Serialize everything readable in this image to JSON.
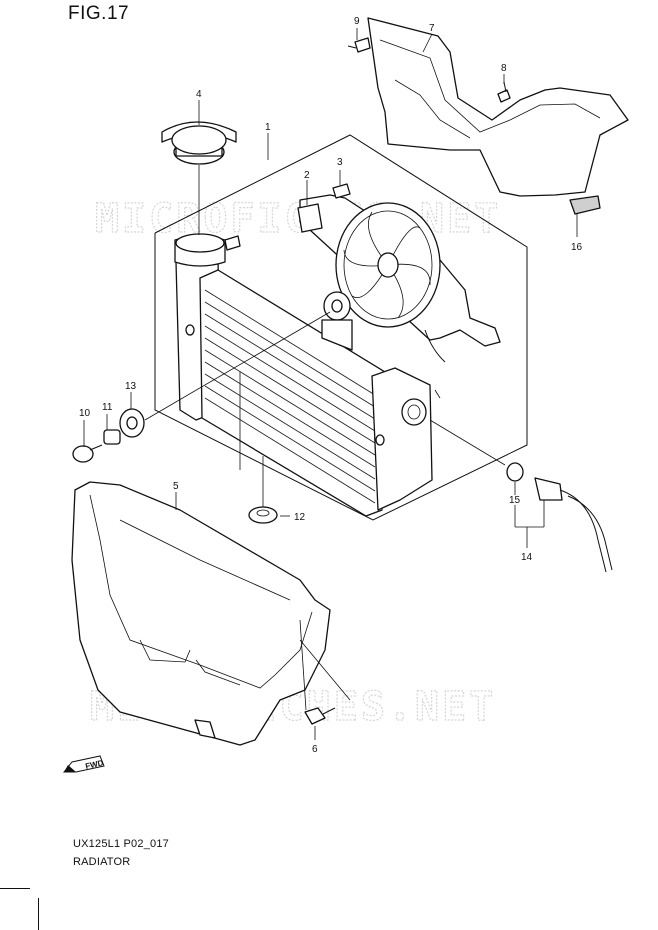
{
  "figure": {
    "title": "FIG.17",
    "code": "UX125L1 P02_017",
    "name": "RADIATOR"
  },
  "watermark": "MICROFICHES.NET",
  "direction_marker": "FWD",
  "callouts": [
    "1",
    "2",
    "3",
    "4",
    "5",
    "6",
    "7",
    "8",
    "9",
    "10",
    "11",
    "12",
    "13",
    "14",
    "15",
    "16"
  ],
  "icons": {
    "forward": "fwd-arrow-icon"
  }
}
